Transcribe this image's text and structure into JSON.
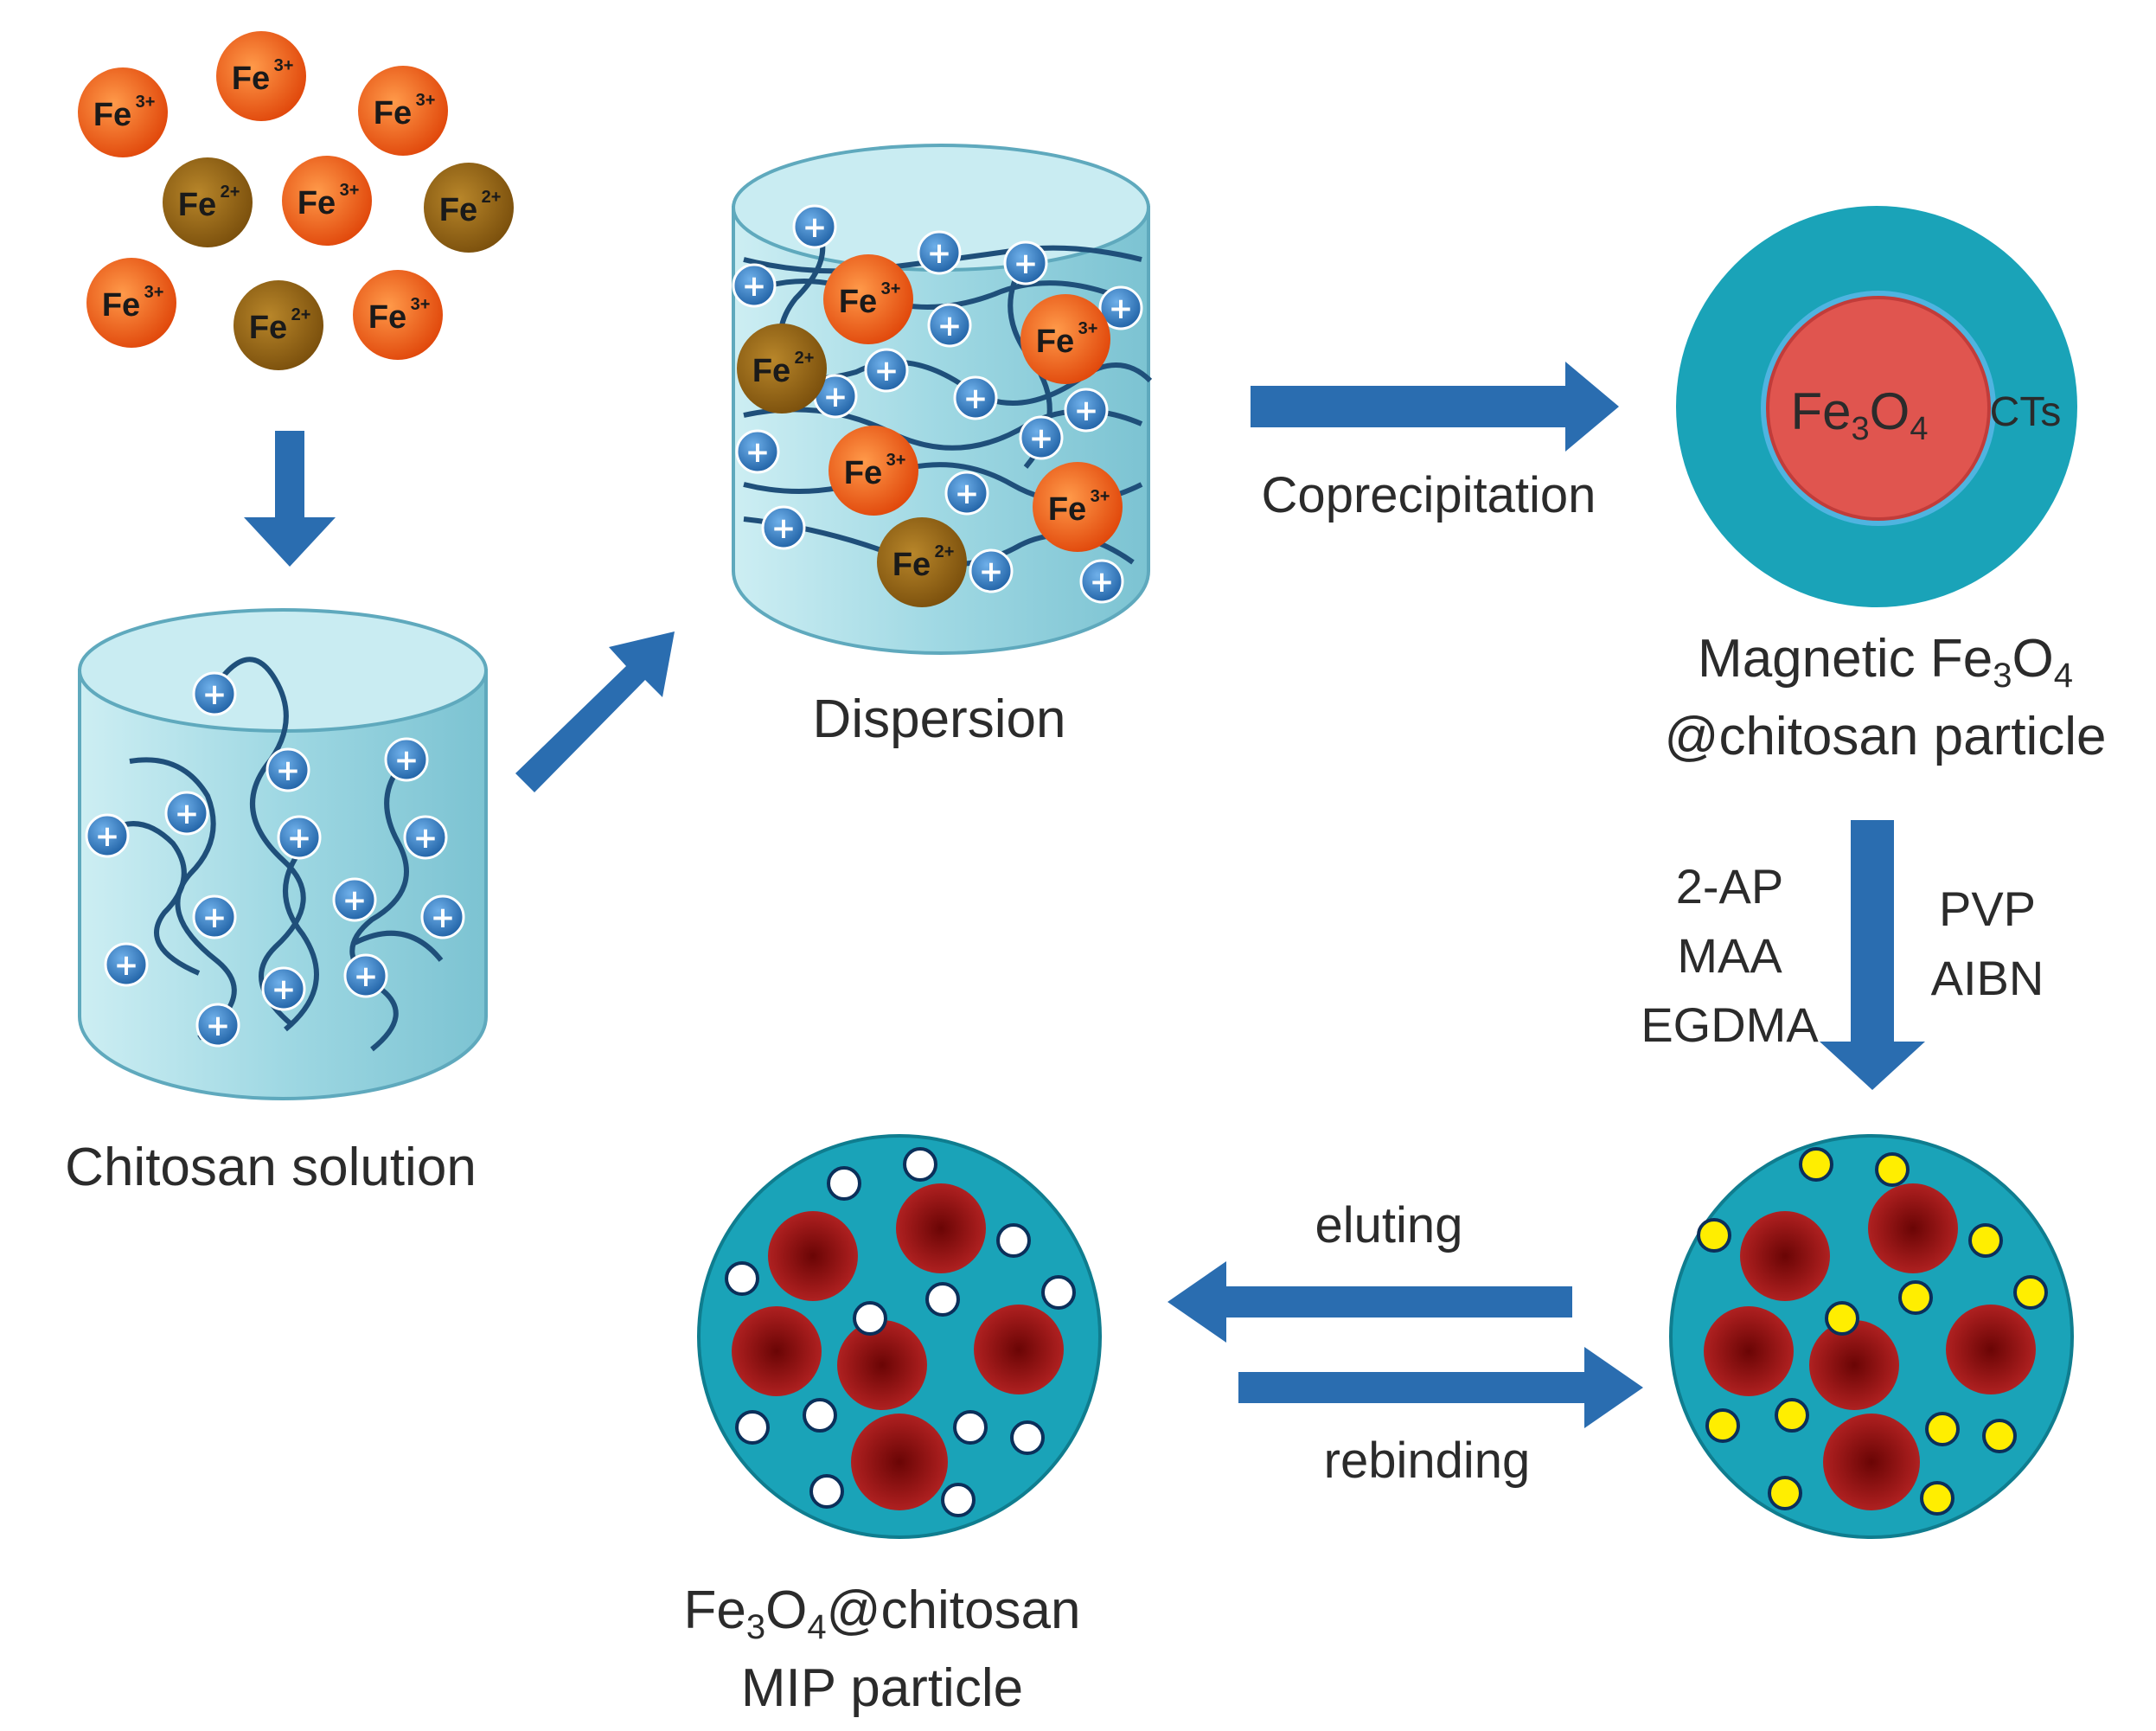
{
  "labels": {
    "chitosan_solution": "Chitosan solution",
    "dispersion": "Dispersion",
    "coprecipitation": "Coprecipitation",
    "magnetic_line1_prefix": "Magnetic Fe",
    "magnetic_line2": "@chitosan particle",
    "core_fe": "Fe",
    "cts": "CTs",
    "reagents_left": [
      "2-AP",
      "MAA",
      "EGDMA"
    ],
    "reagents_right": [
      "PVP",
      "AIBN"
    ],
    "eluting": "eluting",
    "rebinding": "rebinding",
    "mip_line1_suffix": "@chitosan",
    "mip_line2": "MIP particle",
    "formula_o": "O",
    "sub3": "3",
    "sub4": "4"
  },
  "ions": {
    "fe3": "Fe",
    "fe3_charge": "3+",
    "fe2": "Fe",
    "fe2_charge": "2+"
  },
  "colors": {
    "fe3_ion": "#e8510e",
    "fe2_ion": "#8a5a0f",
    "arrow": "#2a6db0",
    "cylinder_fill": "#a9dce6",
    "chain": "#1f4f7a",
    "plus_bead": "#2e78c0",
    "particle_shell": "#1aa3b8",
    "core": "#e0554f",
    "cavity": "#8e1212",
    "empty_site": "#ffffff",
    "template": "#ffee00"
  }
}
